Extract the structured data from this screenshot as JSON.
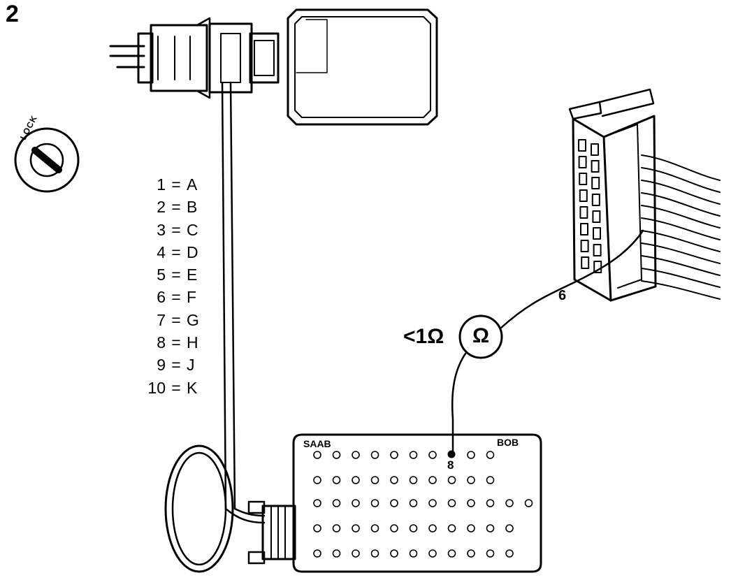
{
  "figure": {
    "number": "2"
  },
  "ignition": {
    "lock_text": "LOCK"
  },
  "pin_mapping": [
    {
      "pin": "1",
      "letter": "A"
    },
    {
      "pin": "2",
      "letter": "B"
    },
    {
      "pin": "3",
      "letter": "C"
    },
    {
      "pin": "4",
      "letter": "D"
    },
    {
      "pin": "5",
      "letter": "E"
    },
    {
      "pin": "6",
      "letter": "F"
    },
    {
      "pin": "7",
      "letter": "G"
    },
    {
      "pin": "8",
      "letter": "H"
    },
    {
      "pin": "9",
      "letter": "J"
    },
    {
      "pin": "10",
      "letter": "K"
    }
  ],
  "meter": {
    "reading": "<1Ω",
    "symbol": "Ω"
  },
  "connector": {
    "pin_label": "6"
  },
  "breakout_box": {
    "brand": "SAAB",
    "name": "BOB",
    "pin_label": "8"
  },
  "colors": {
    "ink": "#000000",
    "paper": "#ffffff"
  }
}
